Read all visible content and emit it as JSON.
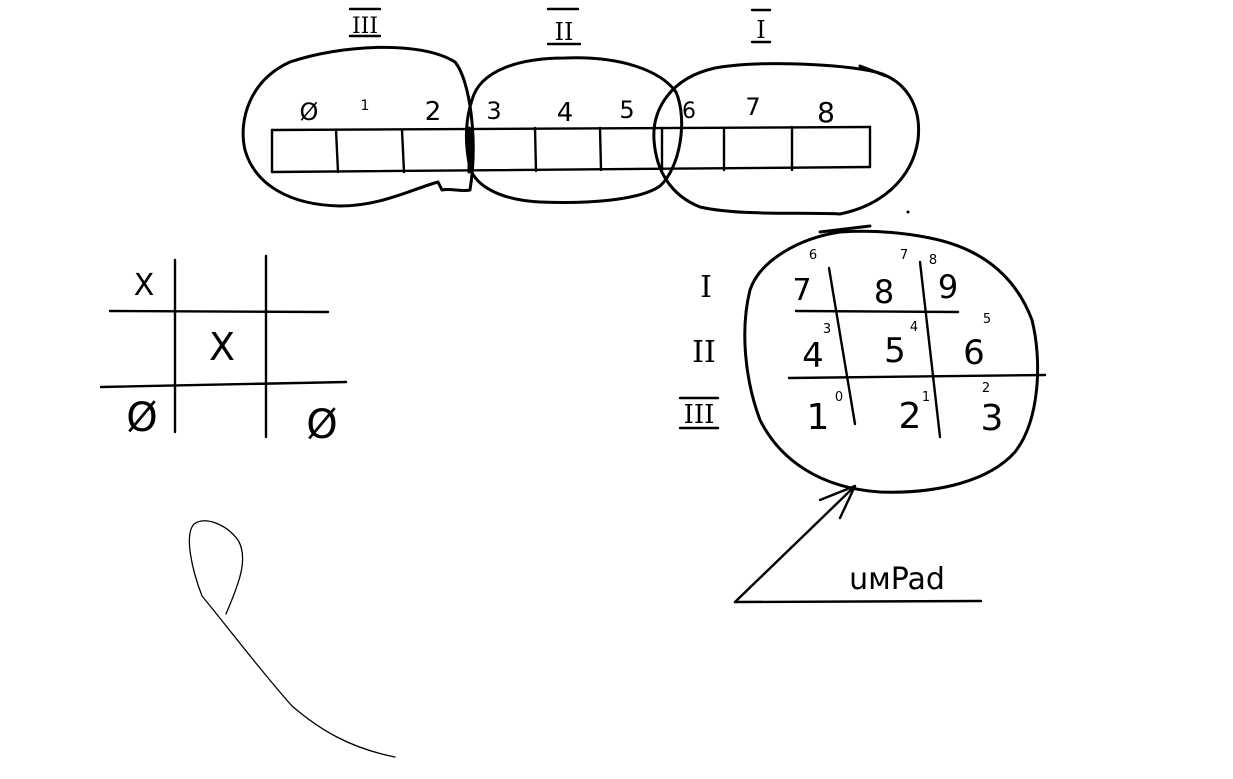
{
  "array": {
    "indices": [
      "Ø",
      "1",
      "2",
      "3",
      "4",
      "5",
      "6",
      "7",
      "8"
    ],
    "groups": [
      "III",
      "II",
      "I"
    ]
  },
  "tictactoe": {
    "cells": [
      "X",
      "",
      "",
      "",
      "X",
      "",
      "Ø",
      "",
      "Ø"
    ]
  },
  "numpad": {
    "row_labels": [
      "I",
      "II",
      "III"
    ],
    "keys": [
      [
        "7",
        "8",
        "9"
      ],
      [
        "4",
        "5",
        "6"
      ],
      [
        "1",
        "2",
        "3"
      ]
    ],
    "index_marks": [
      [
        "6",
        "7",
        "8"
      ],
      [
        "3",
        "4",
        "5"
      ],
      [
        "0",
        "1",
        "2"
      ]
    ],
    "label": "uмPad"
  }
}
